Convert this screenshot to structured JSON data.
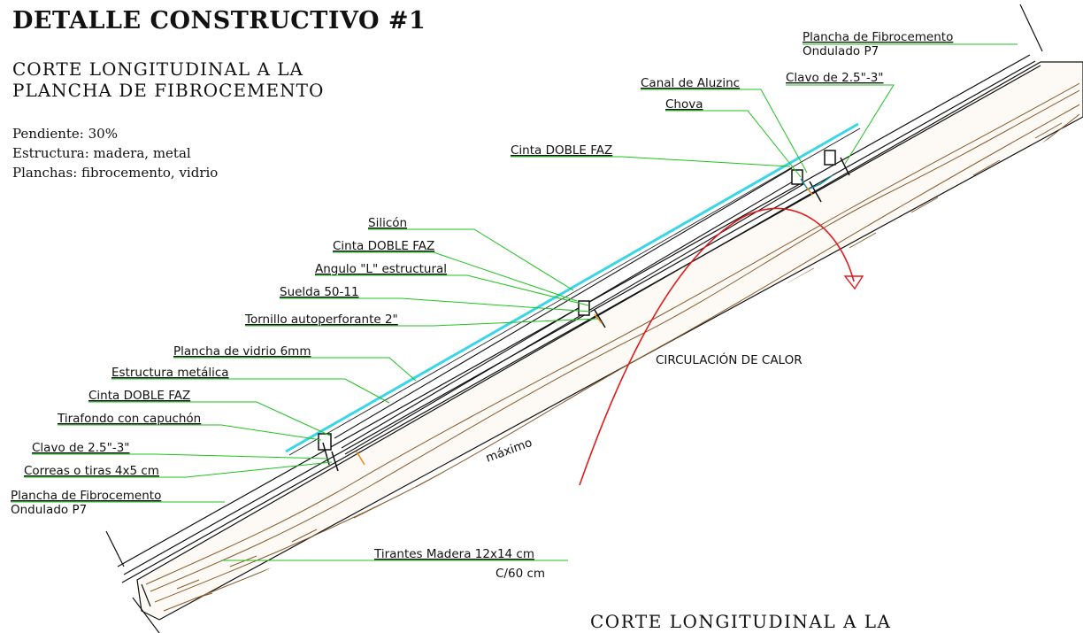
{
  "title": "DETALLE CONSTRUCTIVO #1",
  "subtitle": {
    "line1": "CORTE LONGITUDINAL A LA",
    "line2": "PLANCHA DE FIBROCEMENTO"
  },
  "specs": {
    "pendiente": "Pendiente: 30%",
    "estructura": "Estructura: madera, metal",
    "planchas": "Planchas: fibrocemento, vidrio"
  },
  "labels": {
    "plancha_fibro_top": "Plancha de Fibrocemento",
    "ondulado_top": "Ondulado P7",
    "canal_aluzinc": "Canal de Aluzinc",
    "clavo_top": "Clavo de 2.5\"-3\"",
    "chova": "Chova",
    "cinta_top": "Cinta DOBLE FAZ",
    "silicon": "Silicón",
    "cinta_mid": "Cinta DOBLE FAZ",
    "angulo": "Angulo \"L\" estructural",
    "suelda": "Suelda 50-11",
    "tornillo": "Tornillo autoperforante 2\"",
    "vidrio": "Plancha de vidrio 6mm",
    "estructura_metalica": "Estructura metálica",
    "cinta_low": "Cinta DOBLE FAZ",
    "tirafondo": "Tirafondo con capuchón",
    "clavo_low": "Clavo de 2.5\"-3\"",
    "correas": "Correas o tiras 4x5 cm",
    "plancha_fibro_low": "Plancha de Fibrocemento",
    "ondulado_low": "Ondulado P7",
    "tirantes": "Tirantes Madera 12x14 cm",
    "c60": "C/60 cm",
    "circulacion": "CIRCULACIÓN DE CALOR",
    "maximo": "máximo"
  },
  "bottom_caption": "CORTE LONGITUDINAL A LA",
  "colors": {
    "leader": "#1ec31e",
    "glass": "#38d6e8",
    "heat_arrow": "#e11b1b",
    "wood_grain": "#8a5a2b",
    "line": "#111111"
  }
}
